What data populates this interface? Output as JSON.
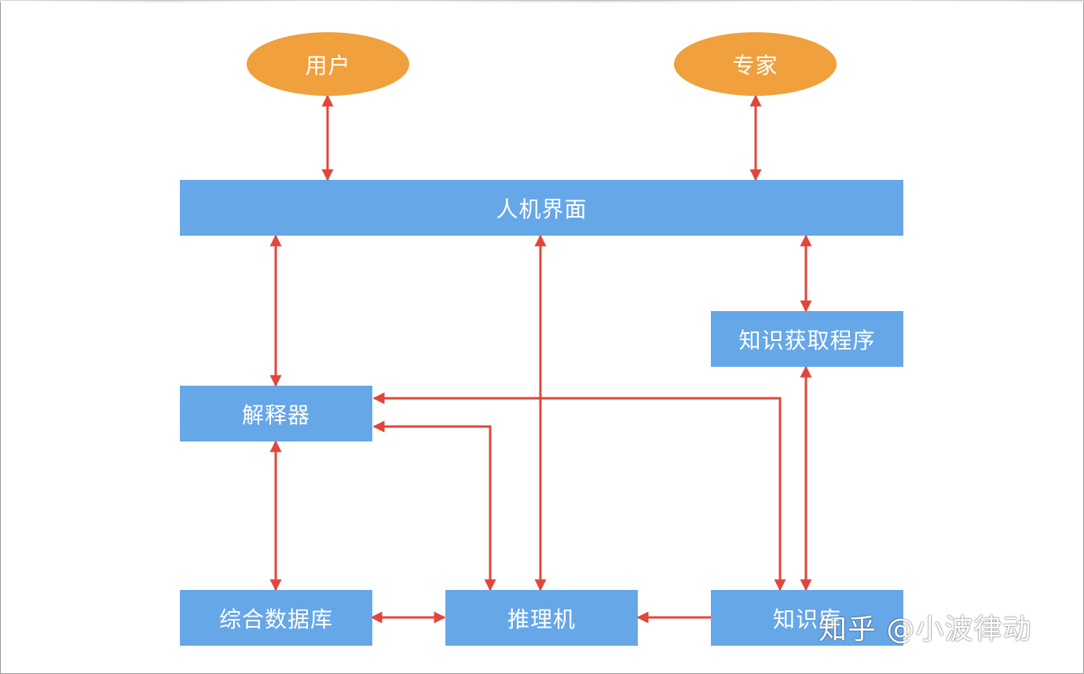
{
  "nodes": {
    "user": "用户",
    "expert": "专家",
    "hmi": "人机界面",
    "knowledge_acquisition": "知识获取程序",
    "explainer": "解释器",
    "database": "综合数据库",
    "inference_engine": "推理机",
    "knowledge_base": "知识库"
  },
  "watermark": "知乎 @小波律动",
  "colors": {
    "ellipse": "#f0a03c",
    "box": "#66a7e8",
    "arrow": "#e0463a"
  }
}
